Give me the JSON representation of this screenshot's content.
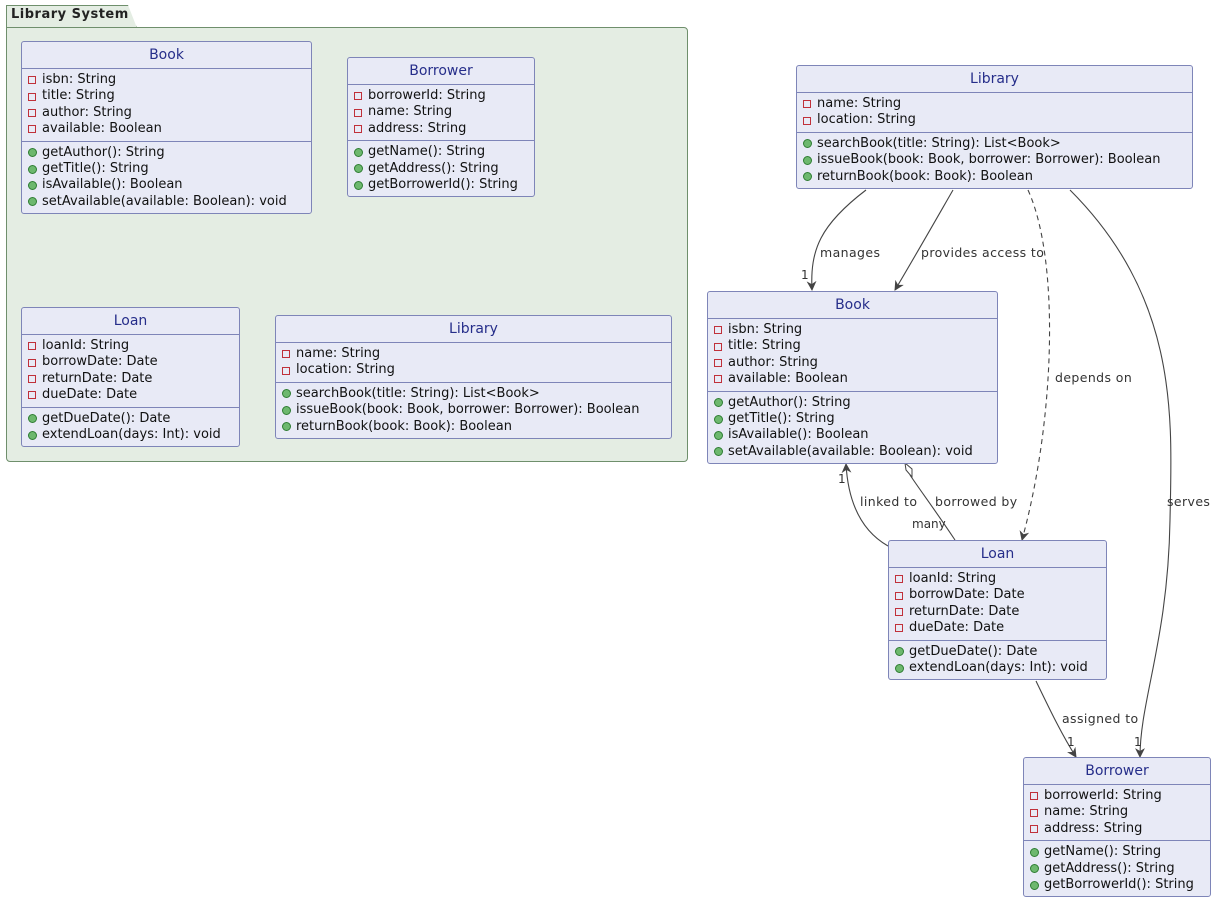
{
  "package": {
    "name": "Library System"
  },
  "classes": {
    "pkg_book": {
      "name": "Book",
      "attributes": [
        "isbn: String",
        "title: String",
        "author: String",
        "available: Boolean"
      ],
      "methods": [
        "getAuthor(): String",
        "getTitle(): String",
        "isAvailable(): Boolean",
        "setAvailable(available: Boolean): void"
      ]
    },
    "pkg_borrower": {
      "name": "Borrower",
      "attributes": [
        "borrowerId: String",
        "name: String",
        "address: String"
      ],
      "methods": [
        "getName(): String",
        "getAddress(): String",
        "getBorrowerId(): String"
      ]
    },
    "pkg_loan": {
      "name": "Loan",
      "attributes": [
        "loanId: String",
        "borrowDate: Date",
        "returnDate: Date",
        "dueDate: Date"
      ],
      "methods": [
        "getDueDate(): Date",
        "extendLoan(days: Int): void"
      ]
    },
    "pkg_library": {
      "name": "Library",
      "attributes": [
        "name: String",
        "location: String"
      ],
      "methods": [
        "searchBook(title: String): List<Book>",
        "issueBook(book: Book, borrower: Borrower): Boolean",
        "returnBook(book: Book): Boolean"
      ]
    },
    "library": {
      "name": "Library",
      "attributes": [
        "name: String",
        "location: String"
      ],
      "methods": [
        "searchBook(title: String): List<Book>",
        "issueBook(book: Book, borrower: Borrower): Boolean",
        "returnBook(book: Book): Boolean"
      ]
    },
    "book": {
      "name": "Book",
      "attributes": [
        "isbn: String",
        "title: String",
        "author: String",
        "available: Boolean"
      ],
      "methods": [
        "getAuthor(): String",
        "getTitle(): String",
        "isAvailable(): Boolean",
        "setAvailable(available: Boolean): void"
      ]
    },
    "loan": {
      "name": "Loan",
      "attributes": [
        "loanId: String",
        "borrowDate: Date",
        "returnDate: Date",
        "dueDate: Date"
      ],
      "methods": [
        "getDueDate(): Date",
        "extendLoan(days: Int): void"
      ]
    },
    "borrower": {
      "name": "Borrower",
      "attributes": [
        "borrowerId: String",
        "name: String",
        "address: String"
      ],
      "methods": [
        "getName(): String",
        "getAddress(): String",
        "getBorrowerId(): String"
      ]
    }
  },
  "relations": {
    "manages": {
      "label": "manages",
      "mult": "1"
    },
    "provides": {
      "label": "provides access to"
    },
    "depends": {
      "label": "depends on"
    },
    "serves": {
      "label": "serves",
      "mult": "1"
    },
    "linked": {
      "label": "linked to",
      "mult": "1"
    },
    "borrowed": {
      "label": "borrowed by",
      "mult": "many"
    },
    "assigned": {
      "label": "assigned to",
      "mult": "1"
    }
  },
  "colors": {
    "class_fill": "#e8eaf6",
    "class_border": "#7e85b8",
    "class_title": "#262e8a",
    "package_fill": "#e4ede3",
    "private_marker": "#c0303a",
    "public_marker": "#6db86e"
  },
  "icons": {
    "private": "square-outline-icon",
    "public": "filled-circle-icon"
  }
}
